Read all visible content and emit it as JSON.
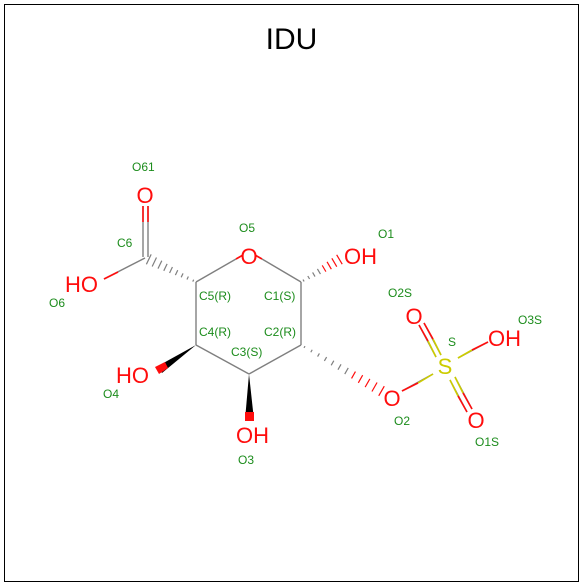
{
  "title": "IDU",
  "colors": {
    "carbon_label": "#333333",
    "oxygen": "#ff0d0d",
    "sulfur": "#cccc00",
    "atom_name": "#1c8c1c",
    "bond": "#7f7f7f",
    "frame": "#000000"
  },
  "atoms": [
    {
      "id": "O5",
      "symbol": "O",
      "element": "oxygen"
    },
    {
      "id": "O1",
      "symbol": "OH",
      "element": "oxygen"
    },
    {
      "id": "O6",
      "symbol": "HO",
      "element": "oxygen"
    },
    {
      "id": "O61",
      "symbol": "O",
      "element": "oxygen"
    },
    {
      "id": "O4",
      "symbol": "HO",
      "element": "oxygen"
    },
    {
      "id": "O3",
      "symbol": "OH",
      "element": "oxygen"
    },
    {
      "id": "O2",
      "symbol": "O",
      "element": "oxygen"
    },
    {
      "id": "S",
      "symbol": "S",
      "element": "sulfur"
    },
    {
      "id": "O2S",
      "symbol": "O",
      "element": "oxygen"
    },
    {
      "id": "O1S",
      "symbol": "O",
      "element": "oxygen"
    },
    {
      "id": "O3S",
      "symbol": "OH",
      "element": "oxygen"
    }
  ],
  "atom_names": [
    {
      "id": "O61",
      "text": "O61"
    },
    {
      "id": "C6",
      "text": "C6"
    },
    {
      "id": "O5",
      "text": "O5"
    },
    {
      "id": "O1",
      "text": "O1"
    },
    {
      "id": "O6",
      "text": "O6"
    },
    {
      "id": "C5",
      "text": "C5(R)"
    },
    {
      "id": "C1",
      "text": "C1(S)"
    },
    {
      "id": "O2S",
      "text": "O2S"
    },
    {
      "id": "S",
      "text": "S"
    },
    {
      "id": "O3S",
      "text": "O3S"
    },
    {
      "id": "C4",
      "text": "C4(R)"
    },
    {
      "id": "C2",
      "text": "C2(R)"
    },
    {
      "id": "C3",
      "text": "C3(S)"
    },
    {
      "id": "O4",
      "text": "O4"
    },
    {
      "id": "O2",
      "text": "O2"
    },
    {
      "id": "O3",
      "text": "O3"
    },
    {
      "id": "O1S",
      "text": "O1S"
    }
  ]
}
